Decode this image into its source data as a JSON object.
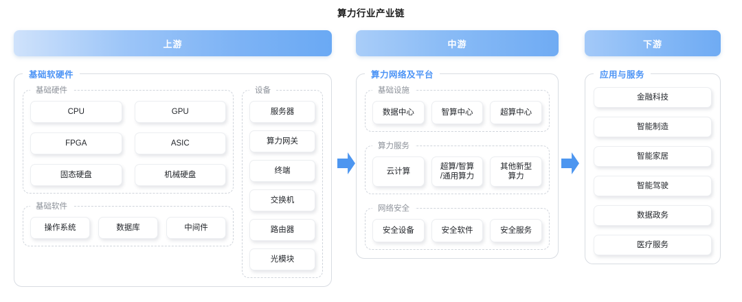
{
  "title": "算力行业产业链",
  "accent_blue": "#4d94f5",
  "arrow_color": "#4d96f0",
  "arrows": [
    {
      "name": "arrow-upstream-to-midstream",
      "glyph": "right-arrow"
    },
    {
      "name": "arrow-midstream-to-downstream",
      "glyph": "right-arrow"
    }
  ],
  "columns": {
    "upstream": {
      "band_label": "上游",
      "section_label": "基础软硬件",
      "groups": [
        {
          "label": "基础硬件",
          "items": [
            "CPU",
            "GPU",
            "FPGA",
            "ASIC",
            "固态硬盘",
            "机械硬盘"
          ]
        },
        {
          "label": "基础软件",
          "items": [
            "操作系统",
            "数据库",
            "中间件"
          ]
        },
        {
          "label": "设备",
          "items": [
            "服务器",
            "算力网关",
            "终端",
            "交换机",
            "路由器",
            "光模块"
          ]
        }
      ]
    },
    "midstream": {
      "band_label": "中游",
      "section_label": "算力网络及平台",
      "groups": [
        {
          "label": "基础设施",
          "items": [
            "数据中心",
            "智算中心",
            "超算中心"
          ]
        },
        {
          "label": "算力服务",
          "items": [
            "云计算",
            "超算/智算\n/通用算力",
            "其他新型\n算力"
          ]
        },
        {
          "label": "网络安全",
          "items": [
            "安全设备",
            "安全软件",
            "安全服务"
          ]
        }
      ]
    },
    "downstream": {
      "band_label": "下游",
      "section_label": "应用与服务",
      "items": [
        "金融科技",
        "智能制造",
        "智能家居",
        "智能驾驶",
        "数据政务",
        "医疗服务"
      ]
    }
  }
}
